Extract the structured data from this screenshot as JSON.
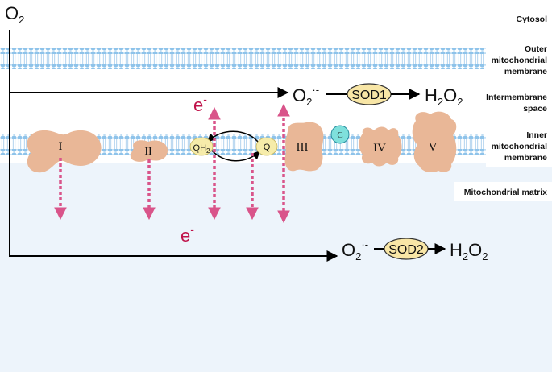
{
  "oxygen": {
    "symbol": "O",
    "sub": "2"
  },
  "regions": {
    "cytosol": "Cytosol",
    "outer_line1": "Outer",
    "outer_line2": "mitochondrial",
    "outer_line3": "membrane",
    "intermembrane_line1": "Intermembrane",
    "intermembrane_line2": "space",
    "inner_line1": "Inner",
    "inner_line2": "mitochondrial",
    "inner_line3": "membrane",
    "matrix": "Mitochondrial matrix"
  },
  "complexes": {
    "c1": "I",
    "c2": "II",
    "c3": "III",
    "c4": "IV",
    "c5": "V",
    "cytc": "C",
    "qh2_main": "QH",
    "qh2_sub": "2",
    "q": "Q"
  },
  "electron_labels": {
    "top": "e",
    "bottom": "e",
    "charge": "-"
  },
  "reaction_top": {
    "superoxide_main": "O",
    "superoxide_sub": "2",
    "superoxide_sup": "·-",
    "enzyme": "SOD1",
    "product_main": "H",
    "product_sub1": "2",
    "product_mid": "O",
    "product_sub2": "2"
  },
  "reaction_bottom": {
    "superoxide_main": "O",
    "superoxide_sub": "2",
    "superoxide_sup": "·-",
    "enzyme": "SOD2",
    "product_main": "H",
    "product_sub1": "2",
    "product_mid": "O",
    "product_sub2": "2"
  },
  "colors": {
    "membrane_head": "#8ec3ea",
    "membrane_tail": "#c9e0f3",
    "protein": "#e9b797",
    "matrix_bg": "#edf4fb",
    "electron_arrow": "#d9548a",
    "enzyme_fill": "#f8e6a6",
    "cytc_fill": "#7fe0dc",
    "arrow": "#000000"
  }
}
